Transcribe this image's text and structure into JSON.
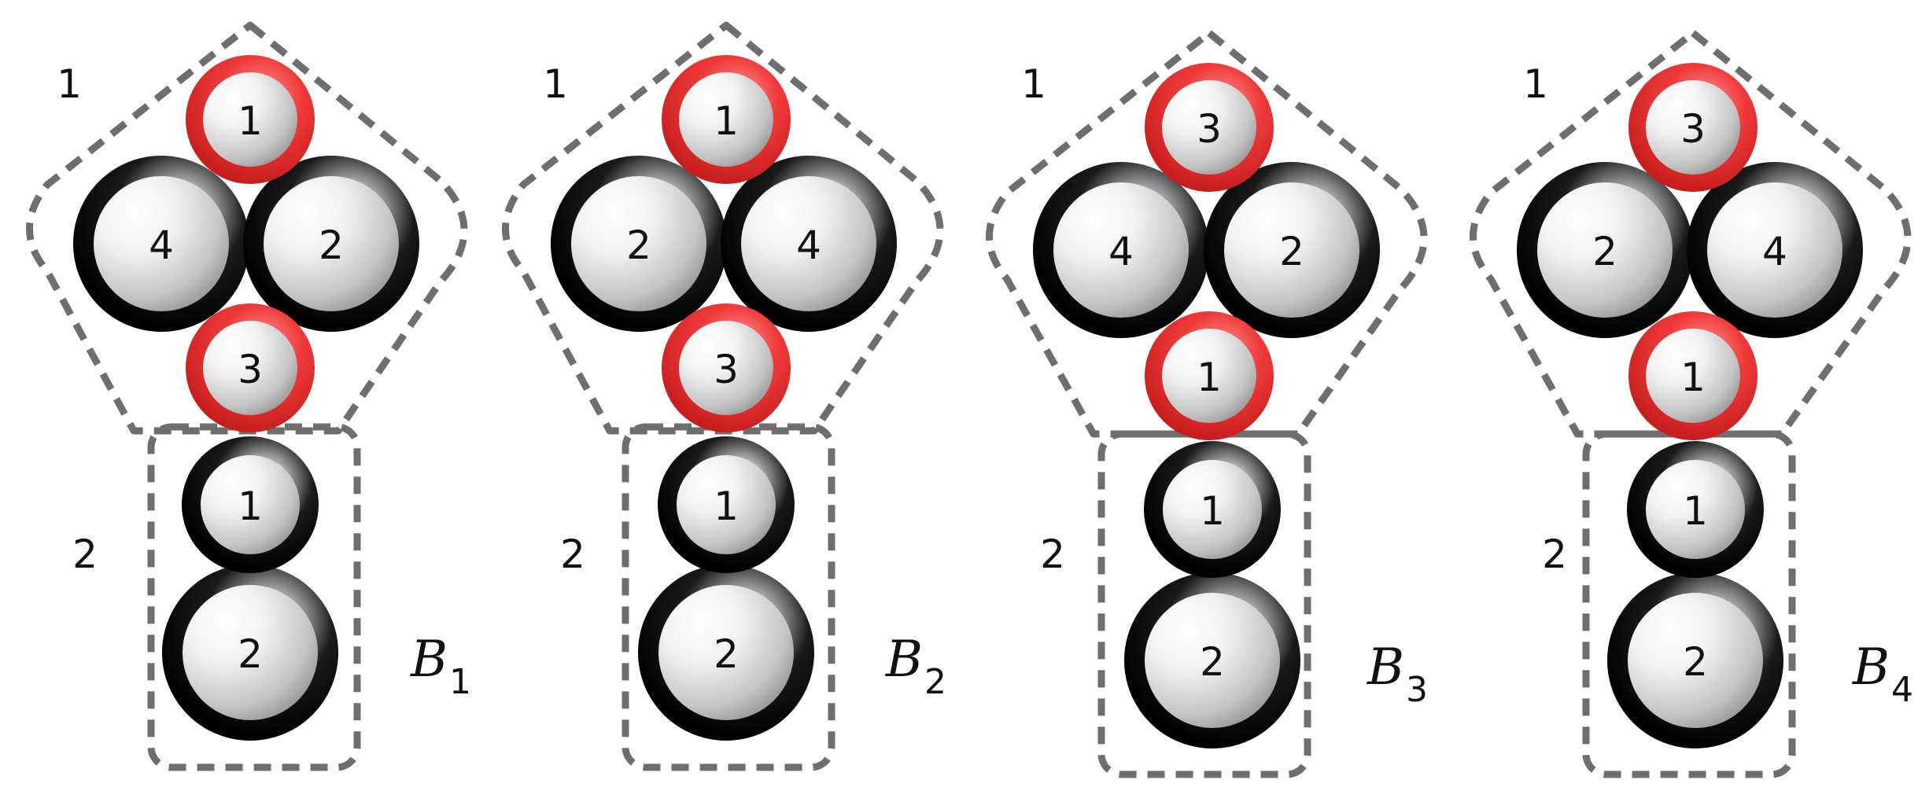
{
  "colors": {
    "red_ring": "#ee2e2e",
    "black_ring": "#0a0a0a",
    "dash": "#6e6e6e",
    "sphere_light": "#ffffff",
    "sphere_dark": "#8e8e8e"
  },
  "panels": [
    {
      "name_letter": "B",
      "name_sub": "1",
      "group1_label": "1",
      "group2_label": "2",
      "top_red": "1",
      "mid_left": "4",
      "mid_right": "2",
      "bottom_red": "3",
      "lower_small": "1",
      "lower_big": "2"
    },
    {
      "name_letter": "B",
      "name_sub": "2",
      "group1_label": "1",
      "group2_label": "2",
      "top_red": "1",
      "mid_left": "2",
      "mid_right": "4",
      "bottom_red": "3",
      "lower_small": "1",
      "lower_big": "2"
    },
    {
      "name_letter": "B",
      "name_sub": "3",
      "group1_label": "1",
      "group2_label": "2",
      "top_red": "3",
      "mid_left": "4",
      "mid_right": "2",
      "bottom_red": "1",
      "lower_small": "1",
      "lower_big": "2"
    },
    {
      "name_letter": "B",
      "name_sub": "4",
      "group1_label": "1",
      "group2_label": "2",
      "top_red": "3",
      "mid_left": "2",
      "mid_right": "4",
      "bottom_red": "1",
      "lower_small": "1",
      "lower_big": "2"
    }
  ]
}
